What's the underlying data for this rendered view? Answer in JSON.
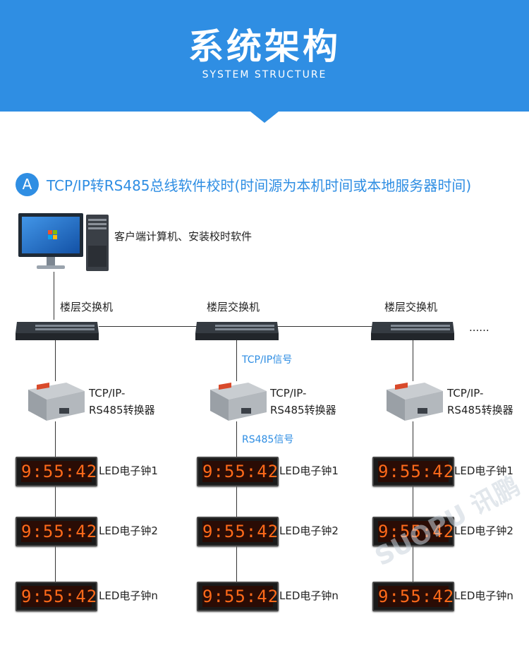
{
  "header": {
    "title": "系统架构",
    "subtitle": "SYSTEM STRUCTURE"
  },
  "section": {
    "badge": "A",
    "title": "TCP/IP转RS485总线软件校时(时间源为本机时间或本地服务器时间)"
  },
  "computer": {
    "label": "客户端计算机、安装校时软件"
  },
  "switches": [
    {
      "label": "楼层交换机"
    },
    {
      "label": "楼层交换机"
    },
    {
      "label": "楼层交换机"
    }
  ],
  "more": "......",
  "signals": {
    "tcp": "TCP/IP信号",
    "rs485": "RS485信号"
  },
  "converters": [
    {
      "line1": "TCP/IP-",
      "line2": "RS485转换器"
    },
    {
      "line1": "TCP/IP-",
      "line2": "RS485转换器"
    },
    {
      "line1": "TCP/IP-",
      "line2": "RS485转换器"
    }
  ],
  "clock_time": "9:55:42",
  "clock_labels": [
    "LED电子钟1",
    "LED电子钟2",
    "LED电子钟n"
  ],
  "watermark": "SUOPU 讯鹏",
  "colors": {
    "accent": "#2f8ee3",
    "led": "#ff6a1a"
  }
}
